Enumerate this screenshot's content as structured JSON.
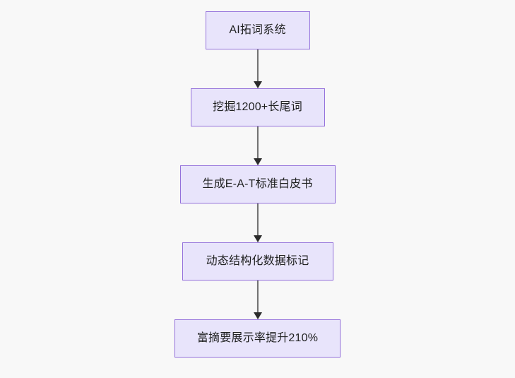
{
  "diagram": {
    "type": "flowchart",
    "direction": "top-to-bottom",
    "background_color": "#f8f8f8",
    "node_fill_color": "#e8e4fb",
    "node_border_color": "#9370db",
    "node_text_color": "#1f2020",
    "connector_line_color": "#707070",
    "connector_arrow_color": "#2b2b2b",
    "nodes": [
      {
        "id": "node-1",
        "label": "AI拓词系统"
      },
      {
        "id": "node-2",
        "label": "挖掘1200+长尾词"
      },
      {
        "id": "node-3",
        "label": "生成E-A-T标准白皮书"
      },
      {
        "id": "node-4",
        "label": "动态结构化数据标记"
      },
      {
        "id": "node-5",
        "label": "富摘要展示率提升210%"
      }
    ],
    "edges": [
      {
        "from": "node-1",
        "to": "node-2",
        "arrow": "down-arrow"
      },
      {
        "from": "node-2",
        "to": "node-3",
        "arrow": "down-arrow"
      },
      {
        "from": "node-3",
        "to": "node-4",
        "arrow": "down-arrow"
      },
      {
        "from": "node-4",
        "to": "node-5",
        "arrow": "down-arrow"
      }
    ]
  }
}
